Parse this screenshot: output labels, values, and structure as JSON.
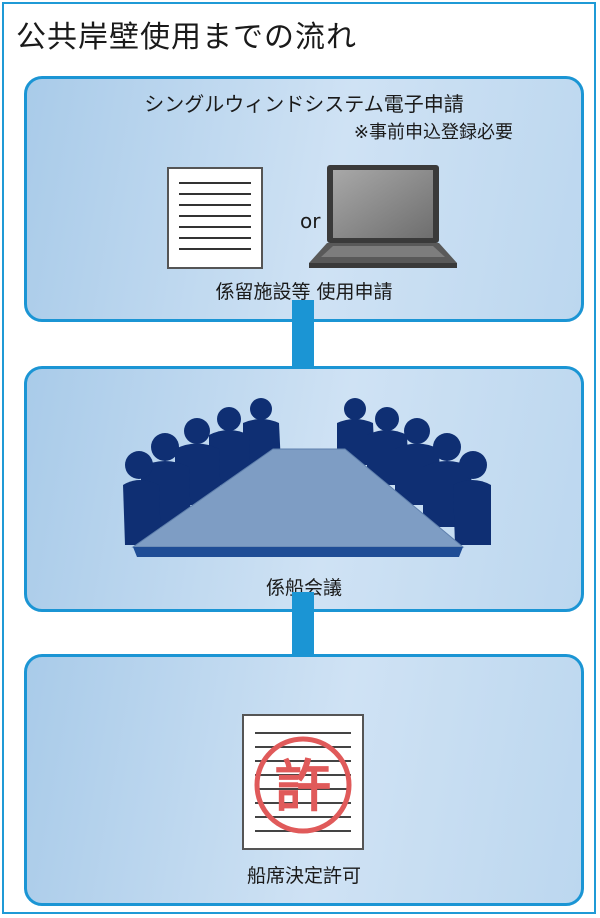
{
  "title": "公共岸壁使用までの流れ",
  "steps": [
    {
      "heading": "シングルウィンドシステム電子申請",
      "note": "※事前申込登録必要",
      "or": "or",
      "label": "係留施設等 使用申請"
    },
    {
      "label": "係船会議"
    },
    {
      "label": "船席決定許可",
      "stamp": "許"
    }
  ],
  "colors": {
    "frame_border": "#1f9ad6",
    "panel_border": "#1b95d4",
    "arrow": "#1b95d4",
    "people": "#0f2f73",
    "table_top": "#7e9dc4",
    "stamp": "#e05a5a"
  },
  "icons": [
    "document-icon",
    "laptop-icon",
    "meeting-icon",
    "permit-stamp-icon",
    "arrow-down-icon"
  ]
}
